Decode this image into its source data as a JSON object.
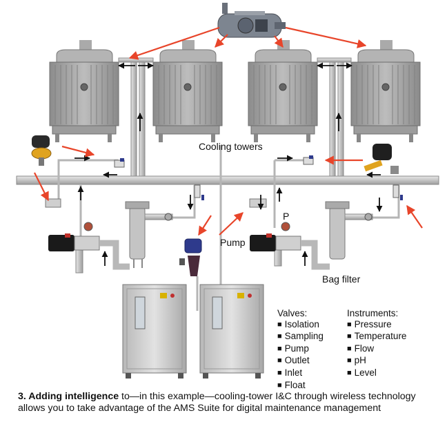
{
  "labels": {
    "cooling_towers": "Cooling towers",
    "pump": "Pump",
    "p": "P",
    "bag_filter": "Bag filter"
  },
  "legend": {
    "valves_title": "Valves:",
    "valves": [
      "Isolation",
      "Sampling",
      "Pump",
      "Outlet",
      "Inlet",
      "Float"
    ],
    "instruments_title": "Instruments:",
    "instruments": [
      "Pressure",
      "Temperature",
      "Flow",
      "pH",
      "Level"
    ]
  },
  "caption": {
    "bold": "3. Adding intelligence",
    "rest": " to—in this example—cooling-tower I&C through wireless technology allows you to take advantage of the AMS Suite for digital maintenance management"
  },
  "colors": {
    "arrow_red": "#e8452a",
    "pipe": "#c9c9c9",
    "tower": "#9a9a9a",
    "valve_black": "#1a1a1a",
    "actuator_blue": "#2e3a8c"
  }
}
